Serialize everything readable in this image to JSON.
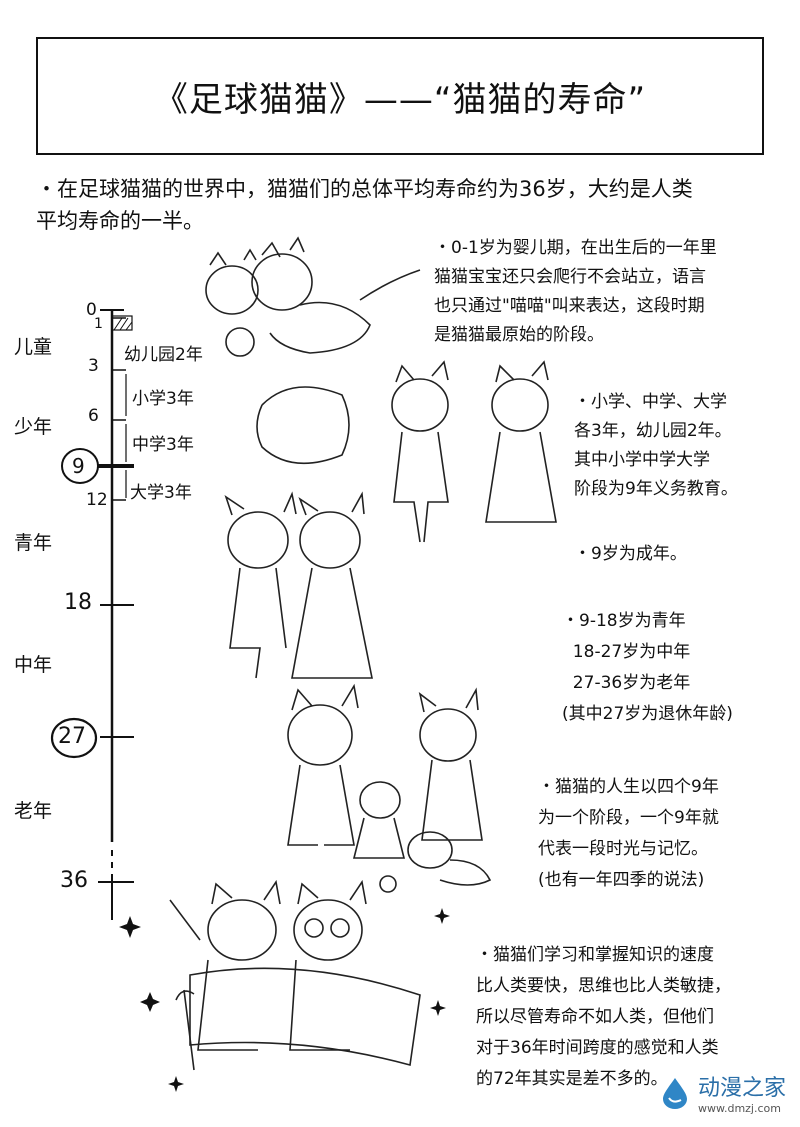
{
  "title": "《足球猫猫》——“猫猫的寿命”",
  "intro": "・在足球猫猫的世界中，猫猫们的总体平均寿命约为36岁，大约是人类\n平均寿命的一半。",
  "timeline": {
    "ticks": [
      "0",
      "1",
      "3",
      "6",
      "9",
      "12",
      "18",
      "27",
      "36"
    ],
    "stages": [
      "幼儿园2年",
      "小学3年",
      "中学3年",
      "大学3年"
    ],
    "life_phases": [
      "儿童",
      "少年",
      "青年",
      "中年",
      "老年"
    ]
  },
  "notes": {
    "infancy": "・0-1岁为婴儿期，在出生后的一年里\n猫猫宝宝还只会爬行不会站立，语言\n也只通过\"喵喵\"叫来表达，这段时期\n是猫猫最原始的阶段。",
    "school": "・小学、中学、大学\n各3年，幼儿园2年。\n其中小学中学大学\n阶段为9年义务教育。",
    "adult": "・9岁为成年。",
    "ages": "・9-18岁为青年\n  18-27岁为中年\n  27-36岁为老年\n(其中27岁为退休年龄)",
    "cycle": "・猫猫的人生以四个9年\n为一个阶段，一个9年就\n代表一段时光与记忆。\n(也有一年四季的说法)",
    "learning": "・猫猫们学习和掌握知识的速度\n比人类要快，思维也比人类敏捷，\n所以尽管寿命不如人类，但他们\n对于36年时间跨度的感觉和人类\n的72年其实是差不多的。"
  },
  "watermark": {
    "name": "动漫之家",
    "url": "www.dmzj.com"
  }
}
